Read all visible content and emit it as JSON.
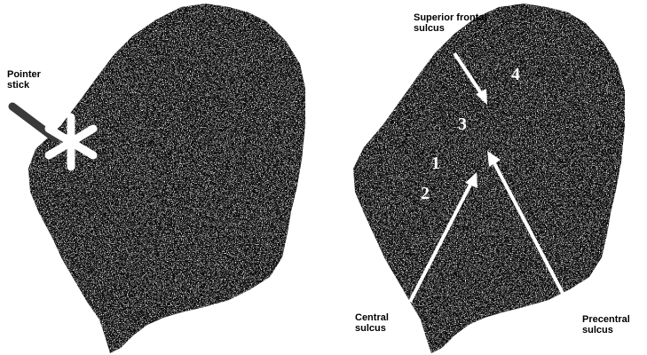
{
  "left_panel": {
    "pointer_label": "Pointer\nstick"
  },
  "right_panel": {
    "superior_frontal_label": "Superior frontal\n sulcus",
    "central_label": "Central\nsulcus",
    "precentral_label": "Precentral\nsulcus",
    "numbers": [
      "1",
      "2",
      "3",
      "4"
    ]
  },
  "colors": {
    "tissue": "#0b0b0b",
    "speckle": "#ffffff",
    "marker": "#ffffff",
    "pointer_stick": "#3a3a3a",
    "text": "#000000"
  }
}
